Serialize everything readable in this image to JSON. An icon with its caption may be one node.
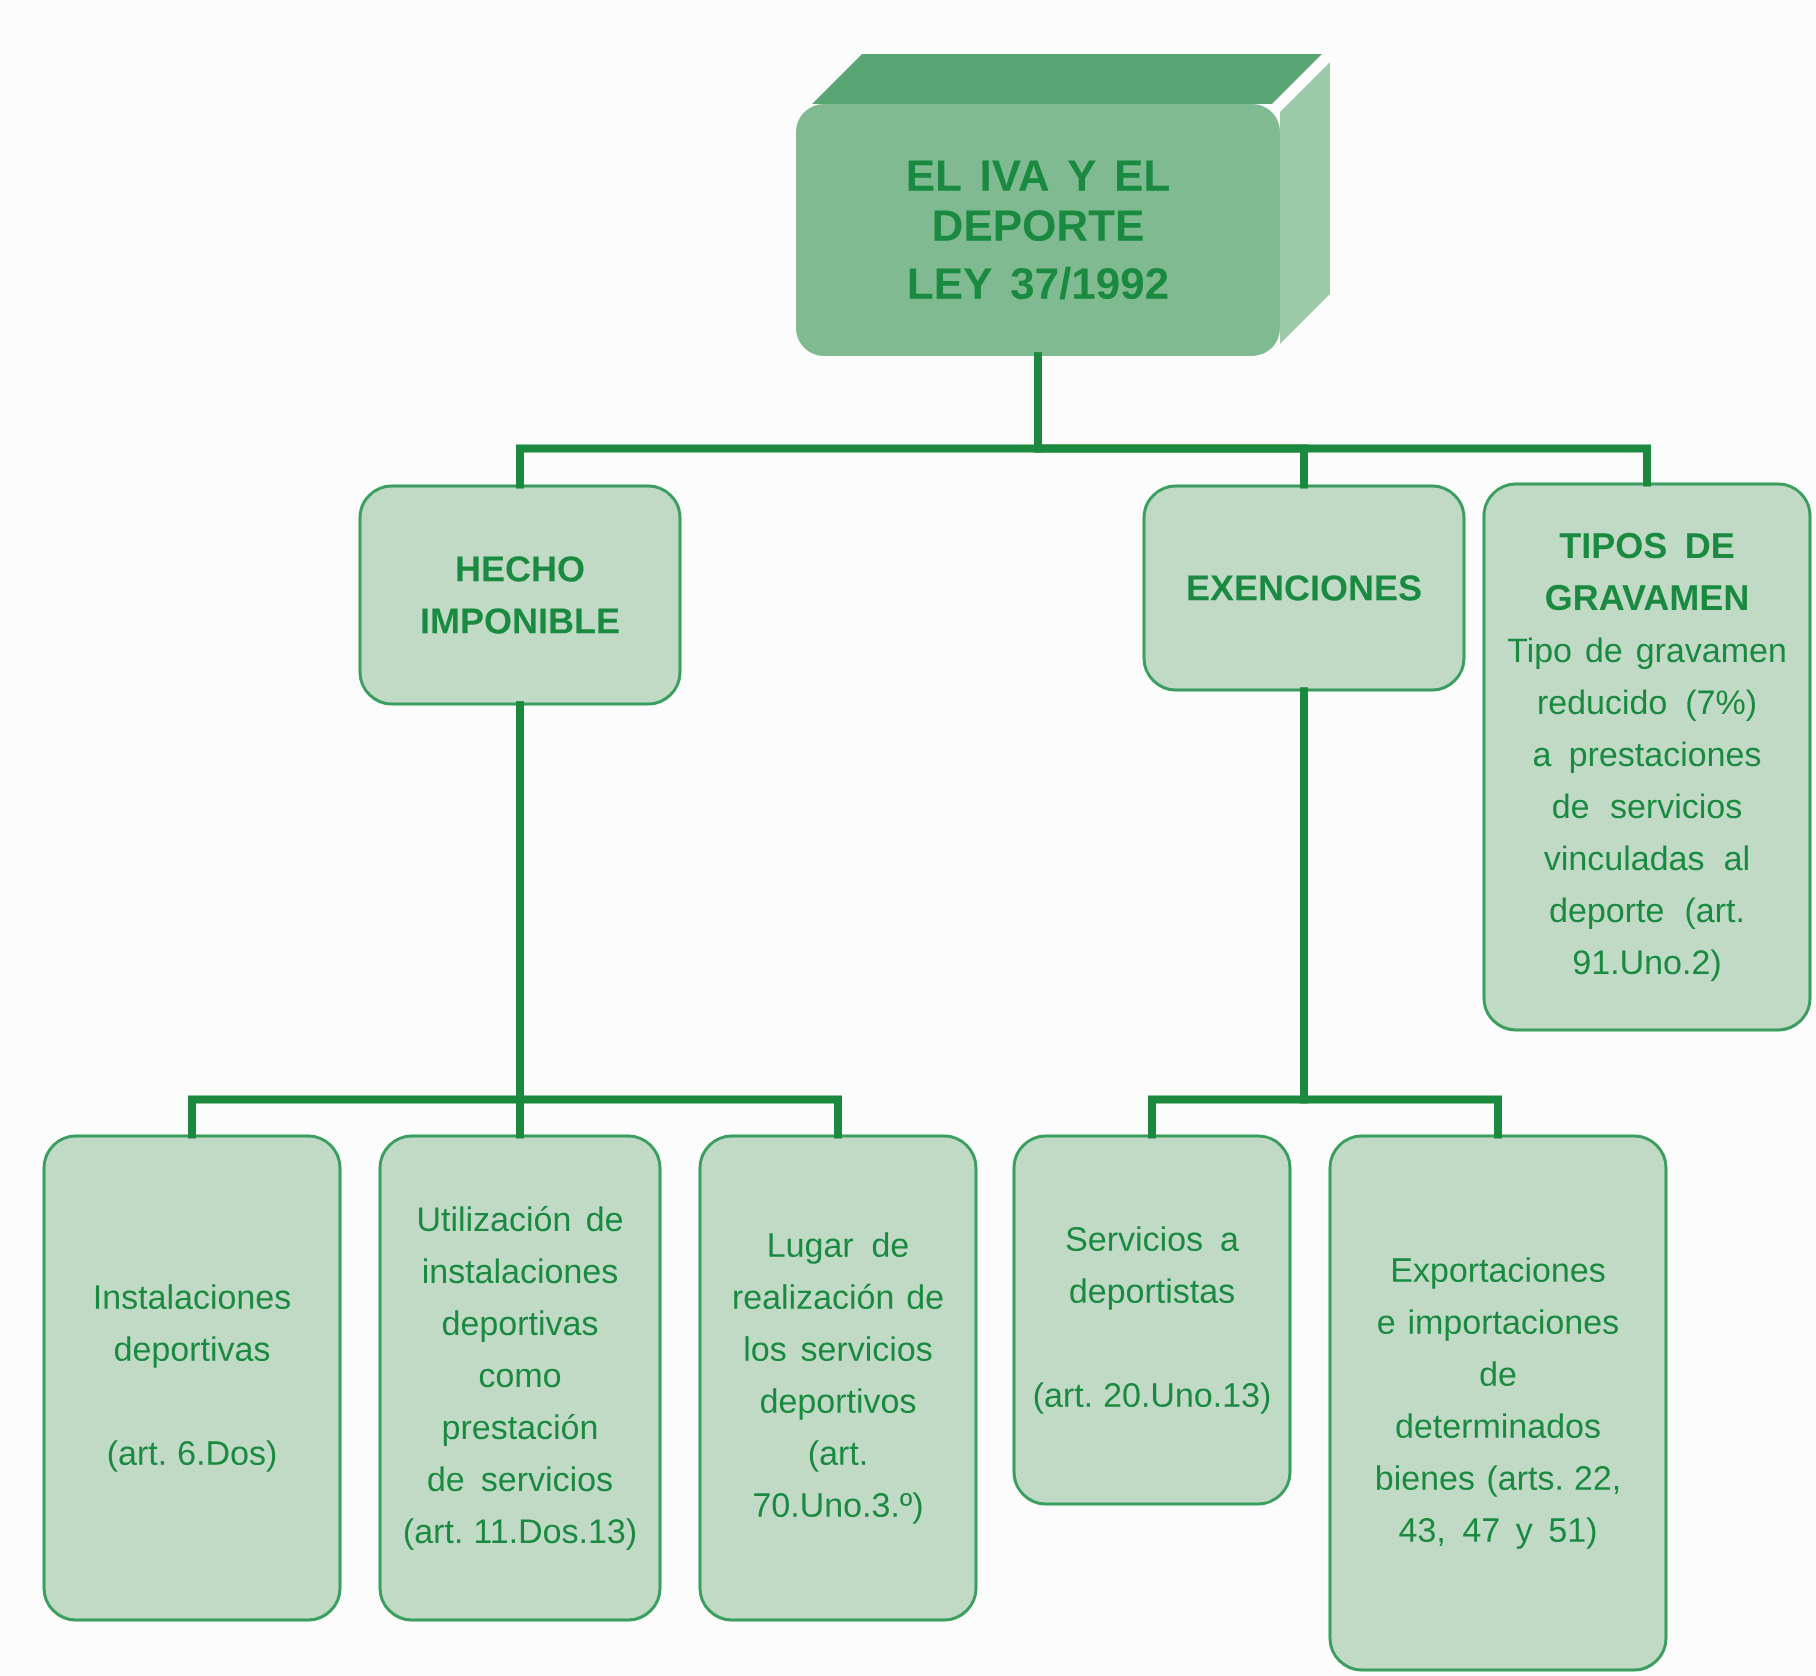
{
  "diagram": {
    "nodes": [
      {
        "text": [
          "EL IVA Y EL DEPORTE",
          "LEY 37/1992"
        ]
      },
      {
        "text": [
          "HECHO IMPONIBLE"
        ]
      },
      {
        "text": [
          "EXENCIONES"
        ]
      },
      {
        "text": [
          "TIPOS DE GRAVAMEN",
          "Tipo de gravamen reducido (7%) a prestaciones de servicios vinculadas al deporte (art. 91.Uno.2)"
        ]
      },
      {
        "text": [
          "Instalaciones deportivas",
          "(art. 6.Dos)"
        ]
      },
      {
        "text": [
          "Utilización de instalaciones deportivas como prestación de servicios (art. 11.Dos.13)"
        ]
      },
      {
        "text": [
          "Lugar de realización de los servicios deportivos (art. 70.Uno.3.º)"
        ]
      },
      {
        "text": [
          "Servicios a deportistas",
          "(art. 20.Uno.13)"
        ]
      },
      {
        "text": [
          "Exportaciones e importaciones de determinados bienes (arts. 22, 43, 47 y 51)"
        ]
      }
    ],
    "edges": [
      {
        "from": 0,
        "to": 1,
        "arrow": "none"
      },
      {
        "from": 0,
        "to": 2,
        "arrow": "none"
      },
      {
        "from": 0,
        "to": 3,
        "arrow": "none"
      },
      {
        "from": 1,
        "to": 4,
        "arrow": "none"
      },
      {
        "from": 1,
        "to": 5,
        "arrow": "none"
      },
      {
        "from": 1,
        "to": 6,
        "arrow": "none"
      },
      {
        "from": 2,
        "to": 7,
        "arrow": "none"
      },
      {
        "from": 2,
        "to": 8,
        "arrow": "none"
      }
    ]
  }
}
